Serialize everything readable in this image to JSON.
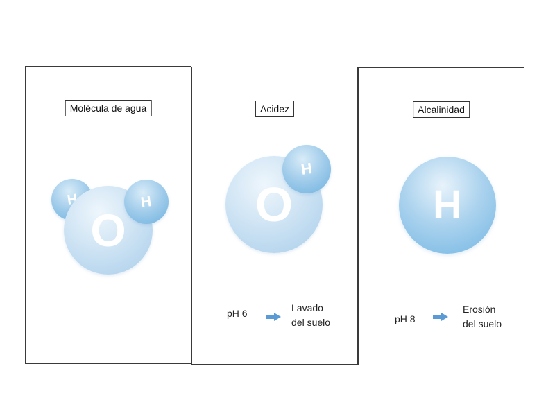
{
  "panels": [
    {
      "title": "Molécula de agua",
      "atoms": {
        "oxygen": "O",
        "hydrogen_left": "H",
        "hydrogen_right": "H"
      }
    },
    {
      "title": "Acidez",
      "atoms": {
        "oxygen": "O",
        "hydrogen": "H"
      },
      "ph_label": "pH 6",
      "effect_line1": "Lavado",
      "effect_line2": "del suelo"
    },
    {
      "title": "Alcalinidad",
      "atoms": {
        "hydrogen": "H"
      },
      "ph_label": "pH 8",
      "effect_line1": "Erosión",
      "effect_line2": "del suelo"
    }
  ],
  "colors": {
    "arrow": "#5b9bd5",
    "hydrogen": "#6cb1df",
    "oxygen": "#cfe4f4",
    "border": "#3a3a3a"
  }
}
